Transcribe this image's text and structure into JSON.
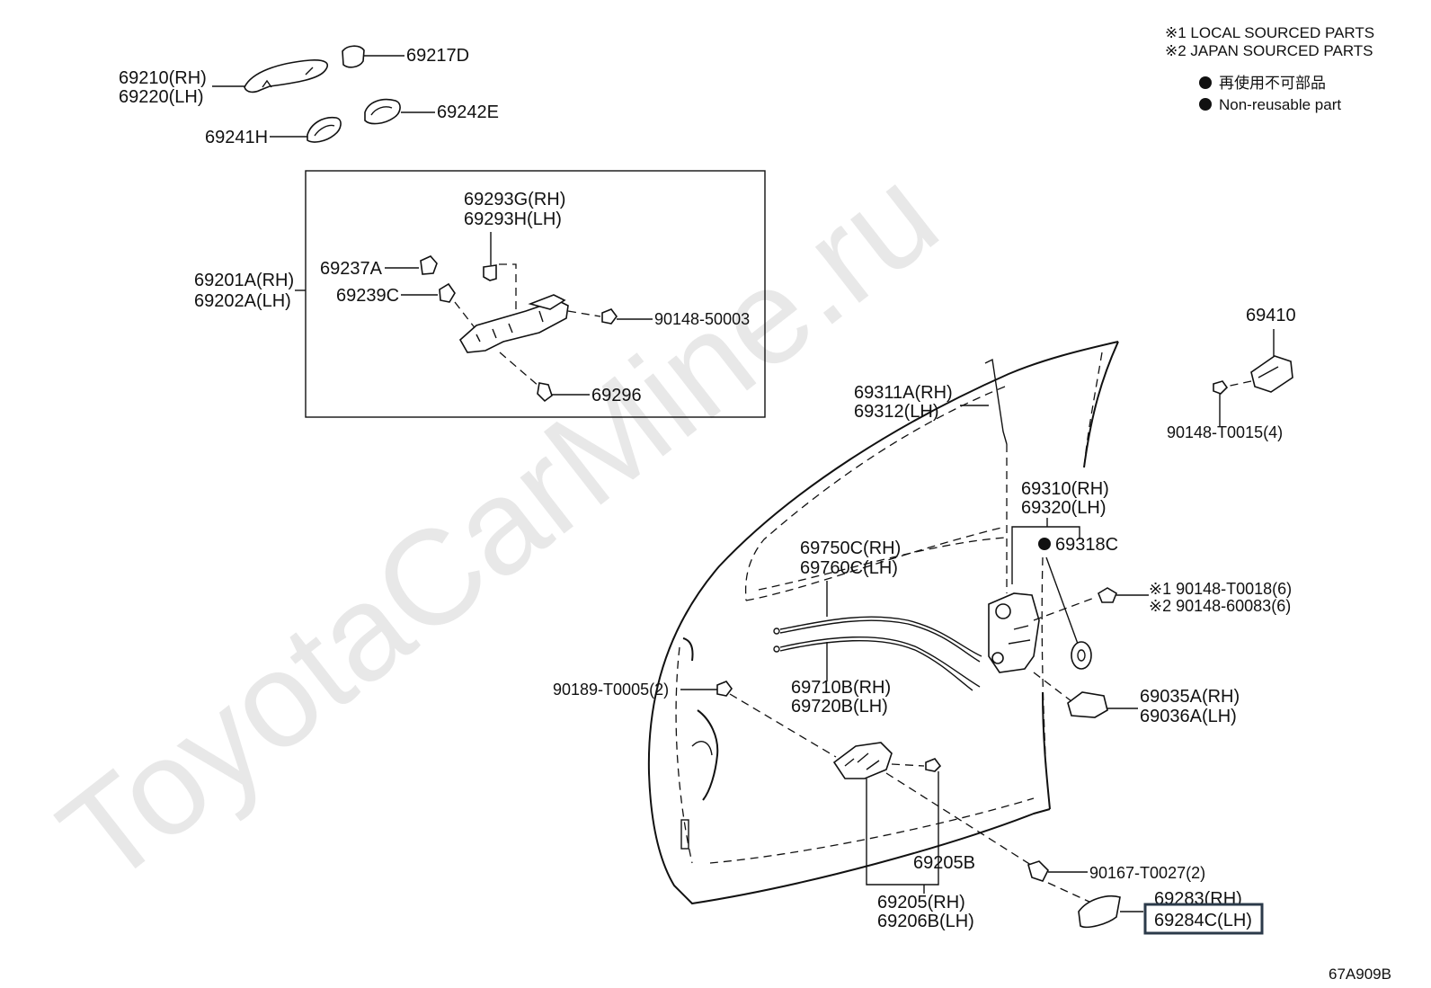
{
  "watermark": "ToyotaCarMine.ru",
  "diagram_code": "67A909B",
  "notes": {
    "local": "※1 LOCAL SOURCED PARTS",
    "japan": "※2 JAPAN SOURCED PARTS",
    "nonreusable_jp": "再使用不可部品",
    "nonreusable_en": "Non-reusable part"
  },
  "labels": {
    "p69210": "69210(RH)",
    "p69220": "69220(LH)",
    "p69217D": "69217D",
    "p69242E": "69242E",
    "p69241H": "69241H",
    "p69293G": "69293G(RH)",
    "p69293H": "69293H(LH)",
    "p69237A": "69237A",
    "p69201A": "69201A(RH)",
    "p69202A": "69202A(LH)",
    "p69239C": "69239C",
    "p90148_50003": "90148-50003",
    "p69296": "69296",
    "p69410": "69410",
    "p90148_T0015": "90148-T0015(4)",
    "p69311A": "69311A(RH)",
    "p69312": "69312(LH)",
    "p69310": "69310(RH)",
    "p69320": "69320(LH)",
    "p69318C": "69318C",
    "p69750C": "69750C(RH)",
    "p69760C": "69760C(LH)",
    "p90148_T0018": "※1 90148-T0018(6)",
    "p90148_60083": "※2 90148-60083(6)",
    "p69710B": "69710B(RH)",
    "p69720B": "69720B(LH)",
    "p90189": "90189-T0005(2)",
    "p69035A": "69035A(RH)",
    "p69036A": "69036A(LH)",
    "p69205B": "69205B",
    "p90167": "90167-T0027(2)",
    "p69205": "69205(RH)",
    "p69206B": "69206B(LH)",
    "p69283": "69283(RH)",
    "p69284C": "69284C(LH)"
  }
}
